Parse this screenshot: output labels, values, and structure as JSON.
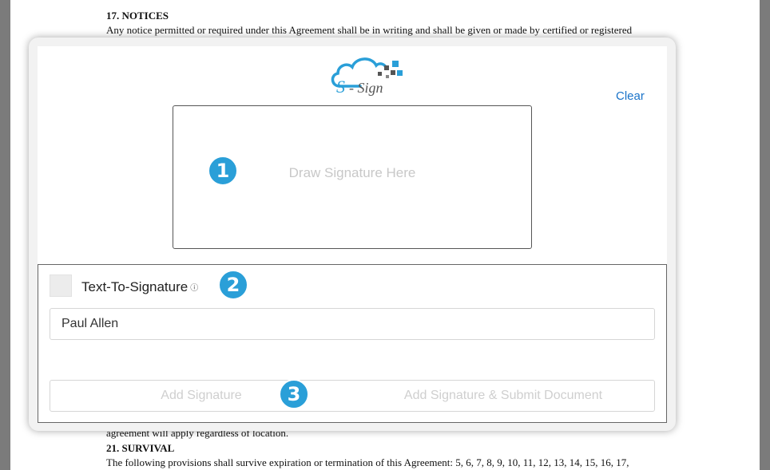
{
  "document": {
    "section17_heading": "17. NOTICES",
    "section17_text": "Any notice permitted or required under this Agreement shall be in writing and shall be given or made by certified or registered",
    "section20_tail": "agreement will apply regardless of location.",
    "section21_heading": "21. SURVIVAL",
    "section21_text": "The following provisions shall survive expiration or termination of this Agreement: 5, 6, 7, 8, 9, 10, 11, 12, 13, 14, 15, 16, 17,"
  },
  "logo": {
    "letter": "S",
    "text": "- Sign",
    "primary_color": "#2a9fd8",
    "secondary_color": "#555555"
  },
  "signature_pad": {
    "clear_label": "Clear",
    "placeholder": "Draw Signature Here"
  },
  "steps": [
    "1",
    "2",
    "3"
  ],
  "text_to_signature": {
    "label": "Text-To-Signature",
    "info_icon": "ⓘ",
    "name_value": "Paul Allen"
  },
  "buttons": {
    "add_signature": "Add Signature",
    "add_and_submit": "Add Signature & Submit Document"
  },
  "colors": {
    "accent": "#2a9fd8",
    "link": "#1a73c9"
  }
}
